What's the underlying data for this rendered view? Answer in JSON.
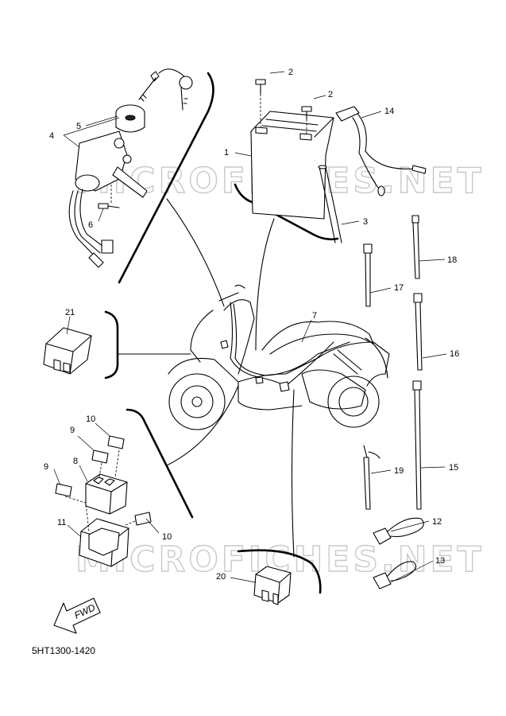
{
  "watermark": "MICROFICHES.NET",
  "catalog_code": "5HT1300-1420",
  "fwd_label": "FWD",
  "callouts": {
    "c1": "1",
    "c2a": "2",
    "c2b": "2",
    "c3": "3",
    "c4": "4",
    "c5": "5",
    "c6": "6",
    "c7": "7",
    "c8": "8",
    "c9a": "9",
    "c9b": "9",
    "c10a": "10",
    "c10b": "10",
    "c11": "11",
    "c12": "12",
    "c13": "13",
    "c14": "14",
    "c15": "15",
    "c16": "16",
    "c17": "17",
    "c18": "18",
    "c19": "19",
    "c20": "20",
    "c21": "21"
  }
}
